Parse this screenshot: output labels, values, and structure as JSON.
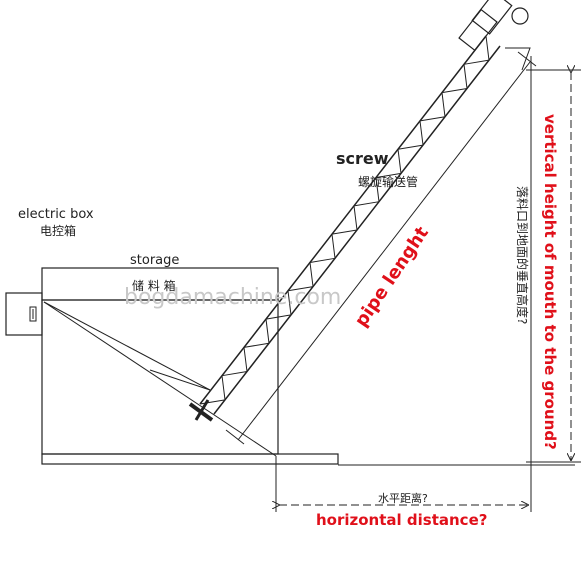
{
  "labels": {
    "electric_box_en": "electric box",
    "electric_box_cn": "电控箱",
    "storage_en": "storage",
    "storage_cn": "储 料 箱",
    "screw_en": "screw",
    "screw_cn": "螺旋输送管",
    "pipe_length": "pipe lenght",
    "horizontal_cn": "水平距离?",
    "horizontal_en": "horizontal distance?",
    "vertical_cn": "落料口到地面的垂直高度?",
    "vertical_en": "vertical height of mouth to the ground?",
    "watermark": "bogdamachine.com"
  },
  "colors": {
    "line": "#222222",
    "accent_red": "#e0101a",
    "watermark": "#c8c8c8"
  }
}
